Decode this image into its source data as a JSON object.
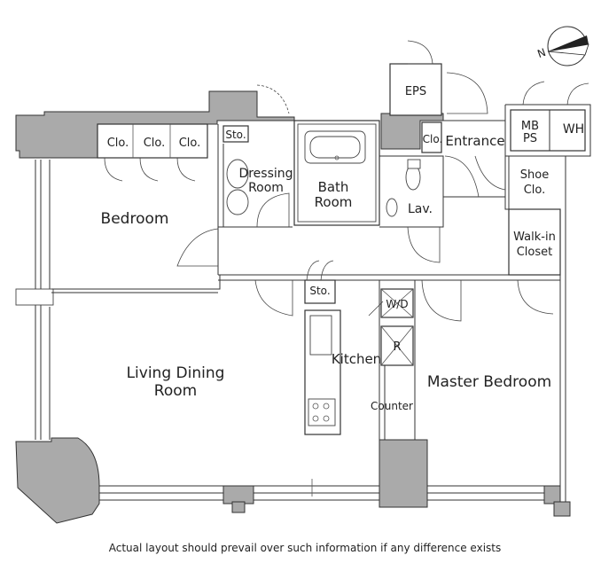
{
  "rooms": {
    "closet_1": "Clo.",
    "closet_2": "Clo.",
    "closet_3": "Clo.",
    "storage_1": "Sto.",
    "dressing_room_line1": "Dressing",
    "dressing_room_line2": "Room",
    "bath_room_line1": "Bath",
    "bath_room_line2": "Room",
    "eps": "EPS",
    "closet_entrance": "Clo.",
    "entrance": "Entrance",
    "mb_ps_line1": "MB",
    "mb_ps_line2": "PS",
    "wh": "WH",
    "shoe_closet_line1": "Shoe",
    "shoe_closet_line2": "Clo.",
    "bedroom": "Bedroom",
    "lavatory": "Lav.",
    "walkin_closet_line1": "Walk-in",
    "walkin_closet_line2": "Closet",
    "storage_2": "Sto.",
    "washer_dryer": "W/D",
    "refrigerator": "R",
    "kitchen": "Kitchen",
    "living_dining_line1": "Living Dining",
    "living_dining_line2": "Room",
    "master_bedroom": "Master Bedroom",
    "counter": "Counter"
  },
  "compass": {
    "direction_label": "N"
  },
  "disclaimer": "Actual layout should prevail over such information if any difference exists",
  "colors": {
    "wall_fill": "#aaaaaa",
    "line": "#333333",
    "background": "#ffffff"
  }
}
